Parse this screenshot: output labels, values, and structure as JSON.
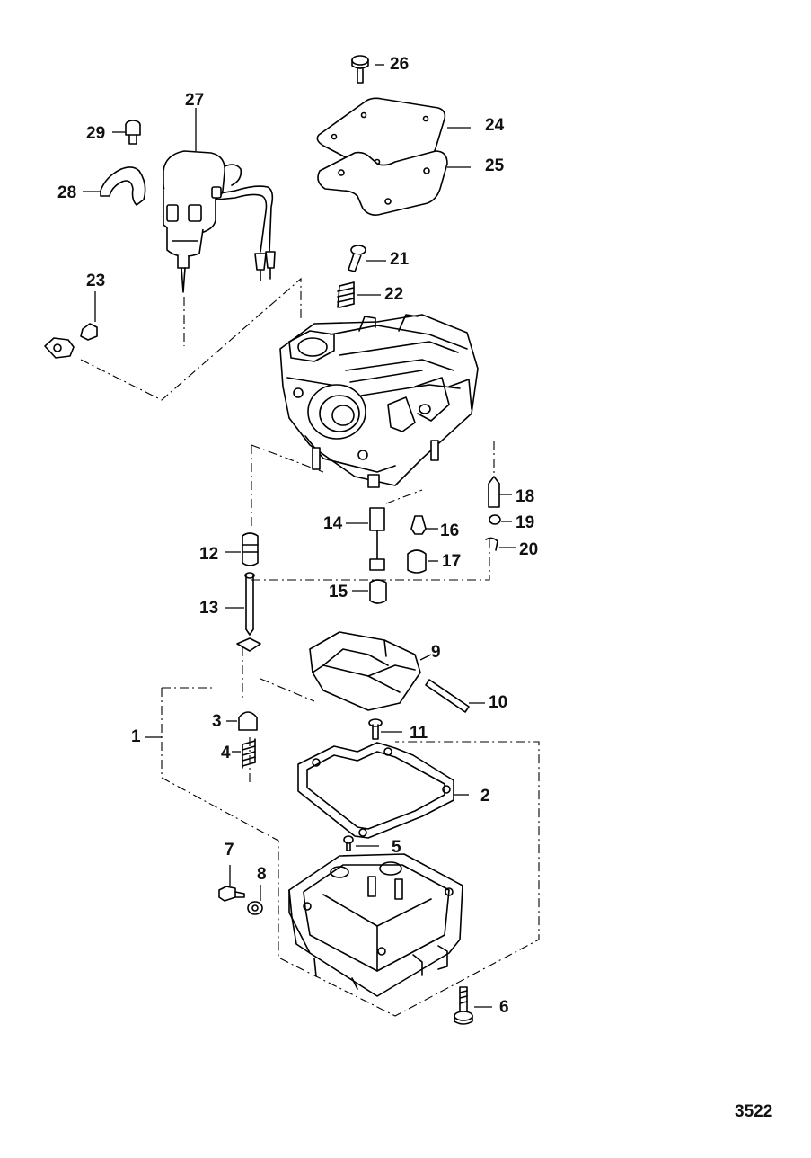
{
  "figure_number": "3522",
  "callouts": {
    "c1": "1",
    "c2": "2",
    "c3": "3",
    "c4": "4",
    "c5": "5",
    "c6": "6",
    "c7": "7",
    "c8": "8",
    "c9": "9",
    "c10": "10",
    "c11": "11",
    "c12": "12",
    "c13": "13",
    "c14": "14",
    "c15": "15",
    "c16": "16",
    "c17": "17",
    "c18": "18",
    "c19": "19",
    "c20": "20",
    "c21": "21",
    "c22": "22",
    "c23": "23",
    "c24": "24",
    "c25": "25",
    "c26": "26",
    "c27": "27",
    "c28": "28",
    "c29": "29"
  }
}
